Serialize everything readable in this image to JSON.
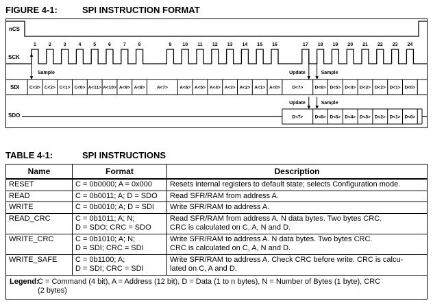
{
  "palette": {
    "ink": "#000000",
    "background": "#ffffff"
  },
  "figure": {
    "label": "FIGURE 4-1:",
    "title": "SPI INSTRUCTION FORMAT",
    "signals": {
      "ncs": "nCS",
      "sck": "SCK",
      "sdi": "SDI",
      "sdo": "SDO"
    },
    "annotations": {
      "sample": "Sample",
      "update": "Update"
    },
    "clock_numbers": [
      1,
      2,
      3,
      4,
      5,
      6,
      7,
      8,
      9,
      10,
      11,
      12,
      13,
      14,
      15,
      16,
      17,
      18,
      19,
      20,
      21,
      22,
      23,
      24
    ],
    "sdi_bits": [
      "C<3>",
      "C<2>",
      "C<1>",
      "C<0>",
      "A<11>",
      "A<10>",
      "A<9>",
      "A<8>",
      "A<7>",
      "A<6>",
      "A<5>",
      "A<4>",
      "A<3>",
      "A<2>",
      "A<1>",
      "A<0>",
      "D<7>",
      "D<6>",
      "D<5>",
      "D<4>",
      "D<3>",
      "D<2>",
      "D<1>",
      "D<0>"
    ],
    "sdo_bits": [
      "D<7>",
      "D<6>",
      "D<5>",
      "D<4>",
      "D<3>",
      "D<2>",
      "D<1>",
      "D<0>"
    ]
  },
  "table": {
    "label": "TABLE 4-1:",
    "title": "SPI INSTRUCTIONS",
    "columns": [
      "Name",
      "Format",
      "Description"
    ],
    "rows": [
      {
        "name": "RESET",
        "format": "C = 0b0000; A = 0x000",
        "description": "Resets internal registers to default state; selects Configuration mode."
      },
      {
        "name": "READ",
        "format": "C = 0b0011; A; D = SDO",
        "description": "Read SFR/RAM from address A."
      },
      {
        "name": "WRITE",
        "format": "C = 0b0010; A; D = SDI",
        "description": "Write SFR/RAM to address A."
      },
      {
        "name": "READ_CRC",
        "format": "C = 0b1011; A; N;\nD = SDO; CRC = SDO",
        "description": "Read SFR/RAM from address A. N data bytes. Two bytes CRC.\nCRC is calculated on C, A, N and D."
      },
      {
        "name": "WRITE_CRC",
        "format": "C = 0b1010; A; N;\nD = SDI; CRC = SDI",
        "description": "Write SFR/RAM to address A. N data bytes. Two bytes CRC.\nCRC is calculated on C, A, N and D."
      },
      {
        "name": "WRITE_SAFE",
        "format": "C = 0b1100; A;\nD = SDI; CRC = SDI",
        "description": "Write SFR/RAM to address A. Check CRC before write. CRC is calcu-\nlated on C, A and D."
      }
    ],
    "legend_label": "Legend:",
    "legend_text": "C = Command (4 bit), A = Address (12 bit), D = Data (1 to n bytes), N = Number of Bytes (1 byte), CRC\n(2 bytes)"
  }
}
